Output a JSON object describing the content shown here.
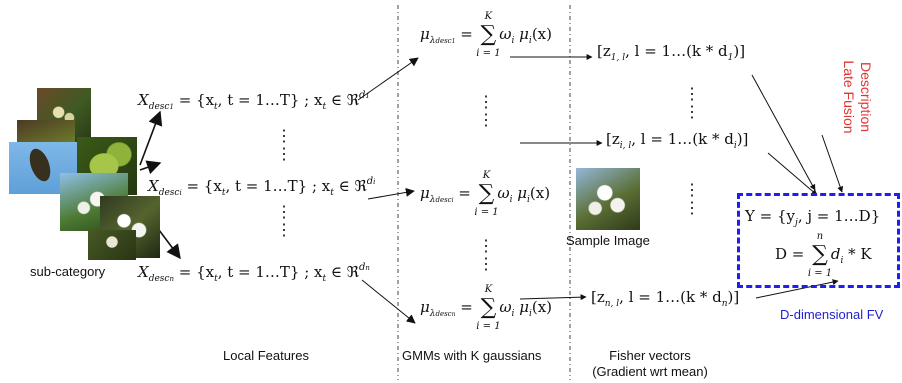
{
  "labels": {
    "sub_category": "sub-category",
    "local_features": "Local Features",
    "gmms": "GMMs with K gaussians",
    "fisher_vectors": "Fisher vectors",
    "fisher_vectors_sub": "(Gradient wrt mean)",
    "sample_image": "Sample Image",
    "description_fusion_line1": "Description",
    "description_fusion_line2": "Late Fusion",
    "d_dimensional_fv": "D-dimensional FV"
  },
  "equations": {
    "local_feature": {
      "set": "= {x",
      "sub_t": "t",
      "mid": ", t = 1…T} ; x",
      "in": " ∈ ℜ",
      "sup_letter": "d"
    },
    "gmm": {
      "mu": "μ",
      "lambda": "λ",
      "eq": " = ",
      "sum_top": "K",
      "sum_bottom": "i = 1",
      "body": "ω",
      "body2": " μ",
      "body3": "(x)"
    },
    "fisher": {
      "open": "[z",
      "mid": ", l = 1…(k * d",
      "close": ")]"
    },
    "fv_y": "Y = {y",
    "fv_y_sub": "j",
    "fv_y_mid": ", j = 1…D}",
    "fv_d": "D = ",
    "fv_sum_top": "n",
    "fv_sum_bottom": "i = 1",
    "fv_d_body": "d",
    "fv_d_sub": "i",
    "fv_d_end": " * K"
  },
  "rows": {
    "desc_subs": [
      "1",
      "i",
      "n"
    ],
    "desc_word": "desc",
    "fisher_subs": [
      "1, l",
      "i, l",
      "n, l"
    ],
    "fisher_d_subs": [
      "1",
      "i",
      "n"
    ]
  },
  "ellipsis": "⋮",
  "colors": {
    "description_text": "#e23333",
    "fv_box_border": "#1e1ef0",
    "fv_label": "#1f1fd0",
    "lines": "#111111"
  }
}
